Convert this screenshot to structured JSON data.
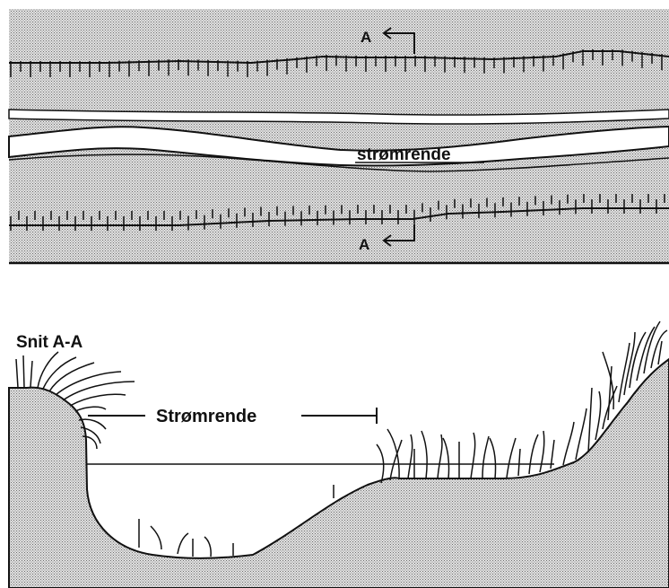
{
  "plan_view": {
    "section_marker_top": "A",
    "section_marker_bottom": "A",
    "channel_label": "strømrende"
  },
  "cross_section": {
    "title": "Snit A-A",
    "channel_label": "Strømrende"
  },
  "colors": {
    "ink": "#111111",
    "paper": "#ffffff",
    "stipple": "#8c8c8c"
  }
}
